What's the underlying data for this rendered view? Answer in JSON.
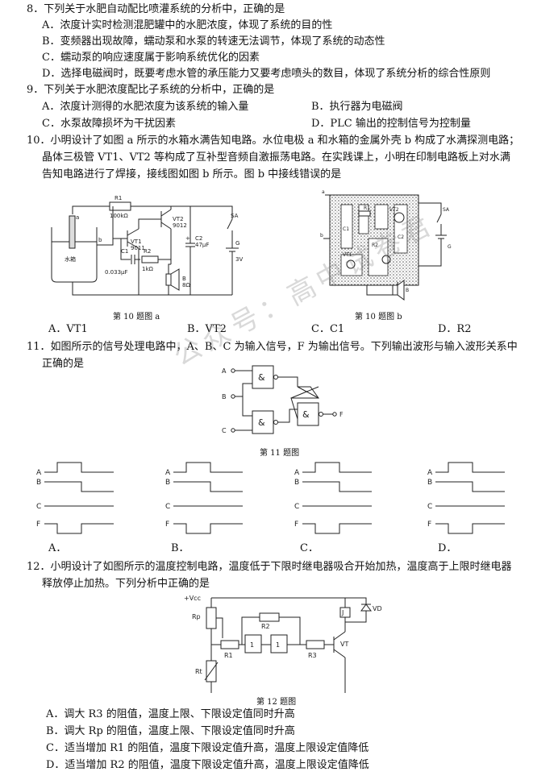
{
  "q8": {
    "stem": "8．下列关于水肥自动配比喷灌系统的分析中，正确的是",
    "a": "A．浓度计实时检测混肥罐中的水肥浓度，体现了系统的目的性",
    "b": "B．变频器出现故障，蠕动泵和水泵的转速无法调节，体现了系统的动态性",
    "c": "C．蠕动泵的响应速度属于影响系统优化的因素",
    "d": "D．选择电磁阀时，既要考虑水管的承压能力又要考虑喷头的数目，体现了系统分析的综合性原则"
  },
  "q9": {
    "stem": "9．下列关于水肥浓度配比子系统的分析中，正确的是",
    "a": "A．浓度计测得的水肥浓度为该系统的输入量",
    "b": "B．执行器为电磁阀",
    "c": "C．水泵故障损坏为干扰因素",
    "d": "D．PLC 输出的控制信号为控制量"
  },
  "q10": {
    "stem1": "10．小明设计了如图 a 所示的水箱水满告知电路。水位电极 a 和水箱的金属外壳 b 构成了水满探测电路；",
    "stem2": "晶体三极管 VT1、VT2 等构成了互补型音频自激振荡电路。在实践课上，小明在印制电路板上对水满",
    "stem3": "告知电路进行了焊接，接线图如图 b 所示。图 b 中接线错误的是",
    "fig_a": "第 10 题图 a",
    "fig_b": "第 10 题图 b",
    "a": "A．VT1",
    "b": "B．VT2",
    "c": "C．C1",
    "d": "D．R2",
    "labels": {
      "r1": "R1",
      "r1v": "100kΩ",
      "vt2": "VT2",
      "vt2v": "9012",
      "sa": "SA",
      "vt1": "VT1",
      "vt1v": "9011",
      "c1": "C1",
      "c1v": "0.033μF",
      "r2": "R2",
      "r2v": "1kΩ",
      "c2": "C2",
      "c2v": "47μF",
      "g": "G",
      "gv": "3V",
      "bb": "B",
      "bv": "8Ω",
      "tank": "水箱",
      "ea": "a",
      "eb": "b",
      "plus": "+"
    }
  },
  "q11": {
    "stem1": "11．如图所示的信号处理电路中，A、B、C 为输入信号，F 为输出信号。下列输出波形与输入波形关系中",
    "stem2": "正确的是",
    "fig": "第 11 题图",
    "a": "A．",
    "b": "B．",
    "c": "C．",
    "d": "D．",
    "labels": {
      "A": "A",
      "B": "B",
      "C": "C",
      "F": "F",
      "amp": "&"
    }
  },
  "q12": {
    "stem1": "12．小明设计了如图所示的温度控制电路，温度低于下限时继电器吸合开始加热，温度高于上限时继电器",
    "stem2": "释放停止加热。下列分析中正确的是",
    "fig": "第 12 题图",
    "a": "A．调大 R3 的阻值，温度上限、下限设定值同时升高",
    "b": "B．调大 Rp 的阻值，温度上限、下限设定值同时升高",
    "c": "C．适当增加 R1 的阻值，温度下限设定值升高，温度上限设定值降低",
    "d": "D．适当增加 R2 的阻值，温度下限设定值升高，温度上限设定值降低",
    "labels": {
      "vcc": "+Vcc",
      "rp": "Rp",
      "r2": "R2",
      "j": "J",
      "vd": "VD",
      "r1": "R1",
      "one": "1",
      "r3": "R3",
      "vt": "VT",
      "rt": "Rt"
    }
  },
  "watermark": "公众号：高中试卷君"
}
